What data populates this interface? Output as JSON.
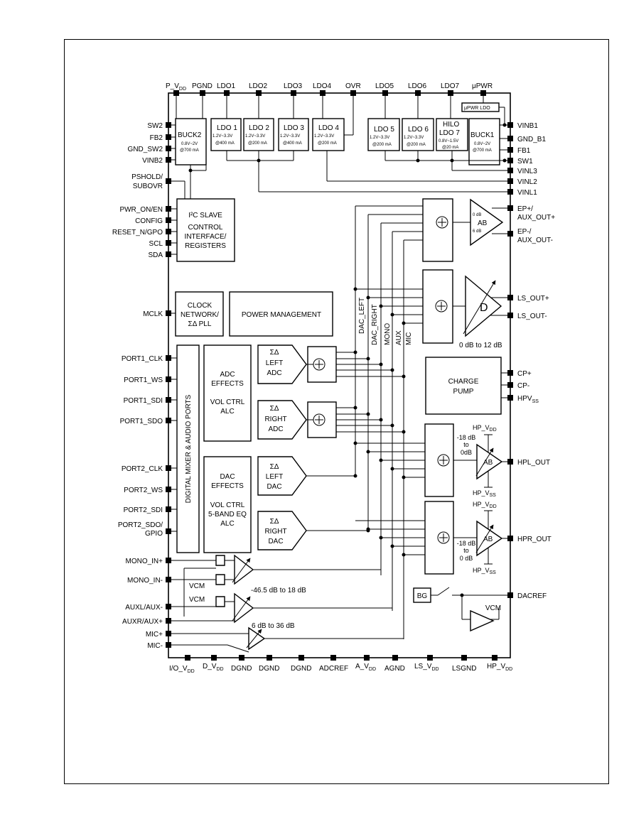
{
  "top_pins": [
    {
      "id": "pvdd",
      "main": "P_V",
      "sub": "DD"
    },
    {
      "id": "pgnd",
      "main": "PGND",
      "sub": ""
    },
    {
      "id": "ldo1",
      "main": "LDO1",
      "sub": ""
    },
    {
      "id": "ldo2",
      "main": "LDO2",
      "sub": ""
    },
    {
      "id": "ldo3",
      "main": "LDO3",
      "sub": ""
    },
    {
      "id": "ldo4",
      "main": "LDO4",
      "sub": ""
    },
    {
      "id": "ovr",
      "main": "OVR",
      "sub": ""
    },
    {
      "id": "ldo5",
      "main": "LDO5",
      "sub": ""
    },
    {
      "id": "ldo6",
      "main": "LDO6",
      "sub": ""
    },
    {
      "id": "ldo7",
      "main": "LDO7",
      "sub": ""
    },
    {
      "id": "upwr",
      "main": "μPWR",
      "sub": ""
    }
  ],
  "left_pins": [
    {
      "id": "sw2",
      "label": "SW2"
    },
    {
      "id": "fb2",
      "label": "FB2"
    },
    {
      "id": "gnd_sw2",
      "label": "GND_SW2"
    },
    {
      "id": "vinb2",
      "label": "VINB2"
    },
    {
      "id": "pshold",
      "label": "PSHOLD/",
      "label2": "SUBOVR"
    },
    {
      "id": "pwr_on",
      "label": "PWR_ON/EN"
    },
    {
      "id": "config",
      "label": "CONFIG"
    },
    {
      "id": "reset",
      "label": "RESET_N/GPO"
    },
    {
      "id": "scl",
      "label": "SCL"
    },
    {
      "id": "sda",
      "label": "SDA"
    },
    {
      "id": "mclk",
      "label": "MCLK"
    },
    {
      "id": "p1clk",
      "label": "PORT1_CLK"
    },
    {
      "id": "p1ws",
      "label": "PORT1_WS"
    },
    {
      "id": "p1sdi",
      "label": "PORT1_SDI"
    },
    {
      "id": "p1sdo",
      "label": "PORT1_SDO"
    },
    {
      "id": "p2clk",
      "label": "PORT2_CLK"
    },
    {
      "id": "p2ws",
      "label": "PORT2_WS"
    },
    {
      "id": "p2sdi",
      "label": "PORT2_SDI"
    },
    {
      "id": "p2sdo",
      "label": "PORT2_SDO/",
      "label2": "GPIO"
    },
    {
      "id": "monop",
      "label": "MONO_IN+"
    },
    {
      "id": "monon",
      "label": "MONO_IN-"
    },
    {
      "id": "auxl",
      "label": "AUXL/AUX-"
    },
    {
      "id": "auxr",
      "label": "AUXR/AUX+"
    },
    {
      "id": "micp",
      "label": "MIC+"
    },
    {
      "id": "micn",
      "label": "MIC-"
    }
  ],
  "right_pins": [
    {
      "id": "vinb1",
      "label": "VINB1"
    },
    {
      "id": "gnd_b1",
      "label": "GND_B1"
    },
    {
      "id": "fb1",
      "label": "FB1"
    },
    {
      "id": "sw1",
      "label": "SW1"
    },
    {
      "id": "vinl3",
      "label": "VINL3"
    },
    {
      "id": "vinl2",
      "label": "VINL2"
    },
    {
      "id": "vinl1",
      "label": "VINL1"
    },
    {
      "id": "ep_p",
      "label": "EP+/",
      "label2": "AUX_OUT+"
    },
    {
      "id": "ep_n",
      "label": "EP-/",
      "label2": "AUX_OUT-"
    },
    {
      "id": "ls_p",
      "label": "LS_OUT+"
    },
    {
      "id": "ls_n",
      "label": "LS_OUT-"
    },
    {
      "id": "cpp",
      "label": "CP+"
    },
    {
      "id": "cpn",
      "label": "CP-"
    },
    {
      "id": "hpvss",
      "label": "HPV",
      "sub": "SS"
    },
    {
      "id": "hpl",
      "label": "HPL_OUT"
    },
    {
      "id": "hpr",
      "label": "HPR_OUT"
    },
    {
      "id": "dacref",
      "label": "DACREF"
    }
  ],
  "bottom_pins": [
    {
      "id": "iovdd",
      "main": "I/O_V",
      "sub": "DD"
    },
    {
      "id": "dvdd",
      "main": "D_V",
      "sub": "DD"
    },
    {
      "id": "dgnd1",
      "main": "DGND",
      "sub": ""
    },
    {
      "id": "dgnd2",
      "main": "DGND",
      "sub": ""
    },
    {
      "id": "dgnd3",
      "main": "DGND",
      "sub": ""
    },
    {
      "id": "adcref",
      "main": "ADCREF",
      "sub": ""
    },
    {
      "id": "avdd",
      "main": "A_V",
      "sub": "DD"
    },
    {
      "id": "agnd",
      "main": "AGND",
      "sub": ""
    },
    {
      "id": "lsvdd",
      "main": "LS_V",
      "sub": "DD"
    },
    {
      "id": "lsgnd",
      "main": "LSGND",
      "sub": ""
    },
    {
      "id": "hpvdd",
      "main": "HP_V",
      "sub": "DD"
    }
  ],
  "regulators": {
    "buck2": {
      "name": "BUCK2",
      "range": "0.8V~2V",
      "current": "@700 mA"
    },
    "ldo1": {
      "name": "LDO 1",
      "range": "1.2V~3.3V",
      "current": "@400 mA"
    },
    "ldo2": {
      "name": "LDO 2",
      "range": "1.2V~3.3V",
      "current": "@200 mA"
    },
    "ldo3": {
      "name": "LDO 3",
      "range": "1.2V~3.3V",
      "current": "@400 mA"
    },
    "ldo4": {
      "name": "LDO 4",
      "range": "1.2V~3.3V",
      "current": "@200 mA"
    },
    "ldo5": {
      "name": "LDO 5",
      "range": "1.2V~3.3V",
      "current": "@200 mA"
    },
    "ldo6": {
      "name": "LDO 6",
      "range": "1.2V~3.3V",
      "current": "@200 mA"
    },
    "ldo7": {
      "name": "HILO",
      "name2": "LDO 7",
      "range": "0.8V~1.5V",
      "current": "@20 mA"
    },
    "buck1": {
      "name": "BUCK1",
      "range": "0.8V~2V",
      "current": "@700 mA"
    },
    "upwr_ldo": "μPWR LDO"
  },
  "blocks": {
    "i2c": {
      "line1": "I²C SLAVE",
      "line2": "CONTROL",
      "line3": "INTERFACE/",
      "line4": "REGISTERS"
    },
    "clock": {
      "line1": "CLOCK",
      "line2": "NETWORK/",
      "line3": "ΣΔ PLL"
    },
    "power_mgmt": "POWER MANAGEMENT",
    "digital_mixer": "DIGITAL MIXER & AUDIO PORTS",
    "adc_effects": {
      "line1": "ADC",
      "line2": "EFFECTS",
      "line3": "VOL CTRL",
      "line4": "ALC"
    },
    "dac_effects": {
      "line1": "DAC",
      "line2": "EFFECTS",
      "line3": "VOL CTRL",
      "line4": "5-BAND EQ",
      "line5": "ALC"
    },
    "left_adc": {
      "line1": "ΣΔ",
      "line2": "LEFT",
      "line3": "ADC"
    },
    "right_adc": {
      "line1": "ΣΔ",
      "line2": "RIGHT",
      "line3": "ADC"
    },
    "left_dac": {
      "line1": "ΣΔ",
      "line2": "LEFT",
      "line3": "DAC"
    },
    "right_dac": {
      "line1": "ΣΔ",
      "line2": "RIGHT",
      "line3": "DAC"
    },
    "charge_pump": {
      "line1": "CHARGE",
      "line2": "PUMP"
    },
    "bg": "BG",
    "vcm": "VCM"
  },
  "amps": {
    "ab_ep": {
      "label": "AB",
      "gain_top": "0 dB",
      "gain_bot": "6 dB"
    },
    "class_d": {
      "label": "D",
      "gain": "0 dB  to 12 dB"
    },
    "hpl": {
      "label": "AB",
      "gain_l1": "-18 dB",
      "gain_l2": "to",
      "gain_l3": "0dB",
      "vdd": "HP_V",
      "vdd_sub": "DD",
      "vss": "HP_V",
      "vss_sub": "SS"
    },
    "hpr": {
      "label": "AB",
      "gain_l1": "-18 dB",
      "gain_l2": "to",
      "gain_l3": "0 dB",
      "vdd": "HP_V",
      "vdd_sub": "DD",
      "vss": "HP_V",
      "vss_sub": "SS"
    },
    "line_gain": "-46.5 dB  to 18 dB",
    "mic_gain": "6 dB  to  36 dB",
    "vcm1": "VCM",
    "vcm2": "VCM"
  },
  "buses": [
    "DAC_LEFT",
    "DAC_RIGHT",
    "MONO",
    "AUX",
    "MIC"
  ]
}
